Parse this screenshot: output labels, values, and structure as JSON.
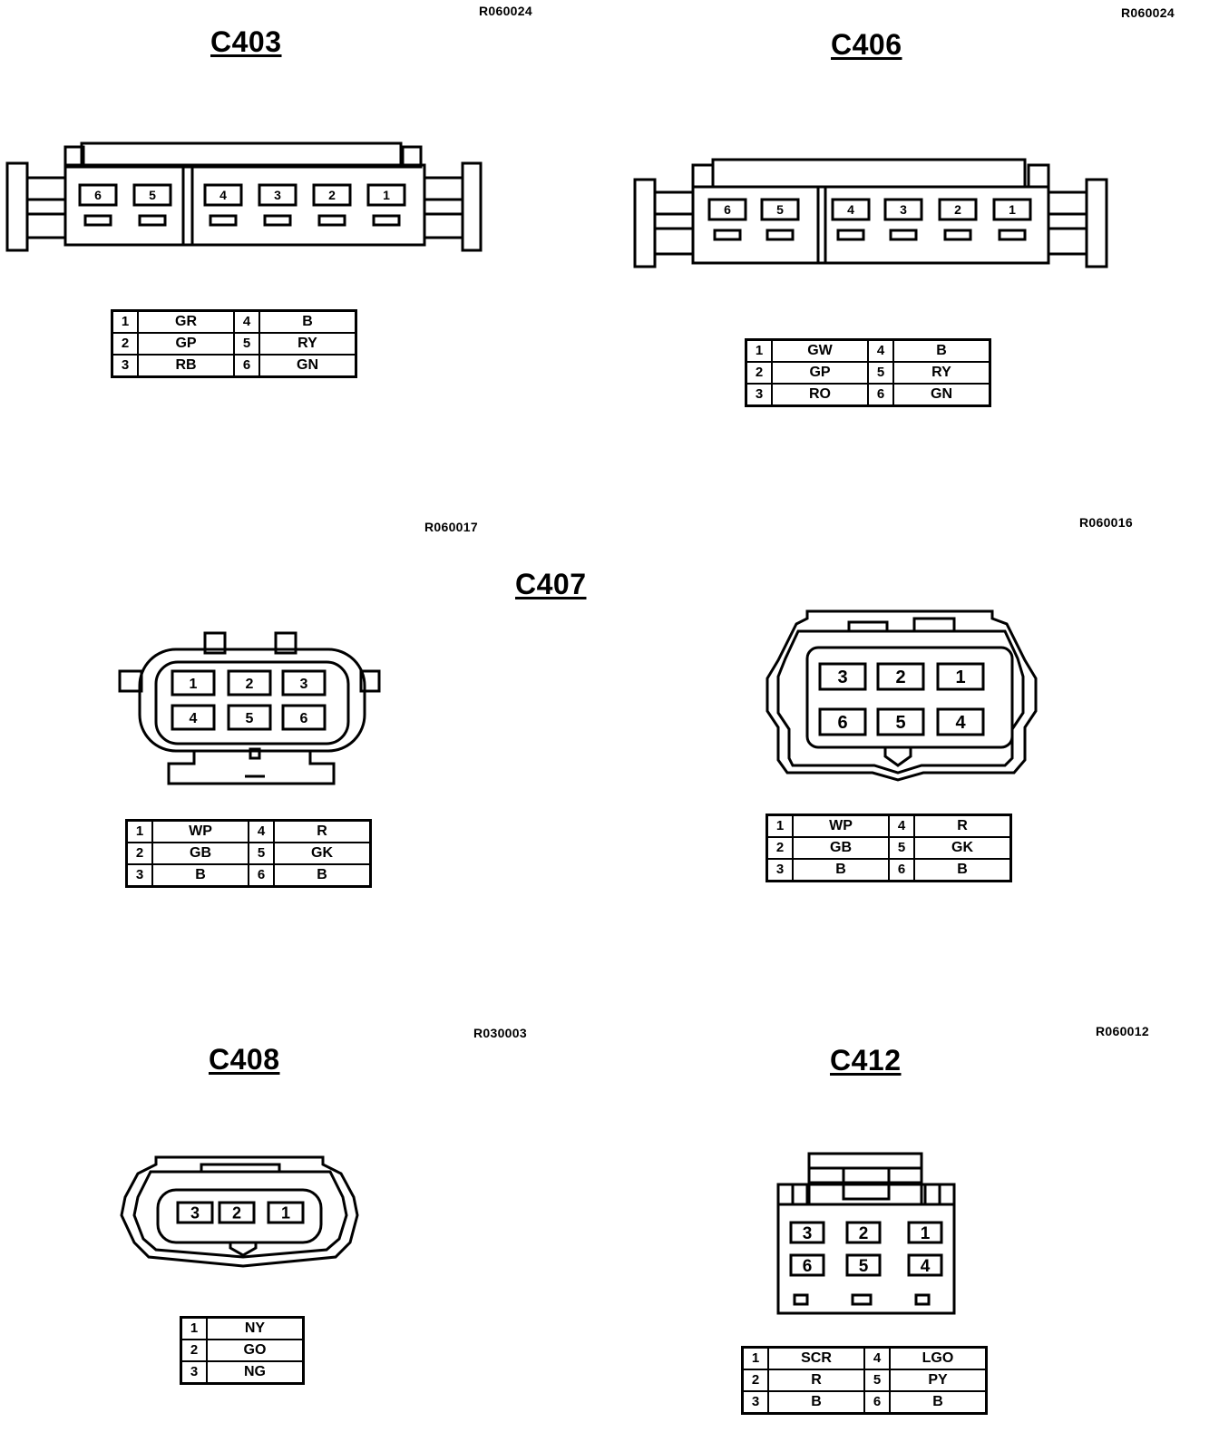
{
  "refs": {
    "r1": "R060024",
    "r2": "R060024",
    "r3": "R060017",
    "r4": "R060016",
    "r5": "R030003",
    "r6": "R060012"
  },
  "titles": {
    "c403": "C403",
    "c406": "C406",
    "c407": "C407",
    "c408": "C408",
    "c412": "C412"
  },
  "c403": {
    "pins_visual": [
      "6",
      "5",
      "4",
      "3",
      "2",
      "1"
    ],
    "table": [
      [
        "1",
        "GR",
        "4",
        "B"
      ],
      [
        "2",
        "GP",
        "5",
        "RY"
      ],
      [
        "3",
        "RB",
        "6",
        "GN"
      ]
    ]
  },
  "c406": {
    "pins_visual": [
      "6",
      "5",
      "4",
      "3",
      "2",
      "1"
    ],
    "table": [
      [
        "1",
        "GW",
        "4",
        "B"
      ],
      [
        "2",
        "GP",
        "5",
        "RY"
      ],
      [
        "3",
        "RO",
        "6",
        "GN"
      ]
    ]
  },
  "c407a": {
    "pins_visual": [
      "1",
      "2",
      "3",
      "4",
      "5",
      "6"
    ],
    "table": [
      [
        "1",
        "WP",
        "4",
        "R"
      ],
      [
        "2",
        "GB",
        "5",
        "GK"
      ],
      [
        "3",
        "B",
        "6",
        "B"
      ]
    ]
  },
  "c407b": {
    "pins_visual": [
      "3",
      "2",
      "1",
      "6",
      "5",
      "4"
    ],
    "table": [
      [
        "1",
        "WP",
        "4",
        "R"
      ],
      [
        "2",
        "GB",
        "5",
        "GK"
      ],
      [
        "3",
        "B",
        "6",
        "B"
      ]
    ]
  },
  "c408": {
    "pins_visual": [
      "3",
      "2",
      "1"
    ],
    "table": [
      [
        "1",
        "NY"
      ],
      [
        "2",
        "GO"
      ],
      [
        "3",
        "NG"
      ]
    ]
  },
  "c412": {
    "pins_visual": [
      "3",
      "2",
      "1",
      "6",
      "5",
      "4"
    ],
    "table": [
      [
        "1",
        "SCR",
        "4",
        "LGO"
      ],
      [
        "2",
        "R",
        "5",
        "PY"
      ],
      [
        "3",
        "B",
        "6",
        "B"
      ]
    ]
  }
}
